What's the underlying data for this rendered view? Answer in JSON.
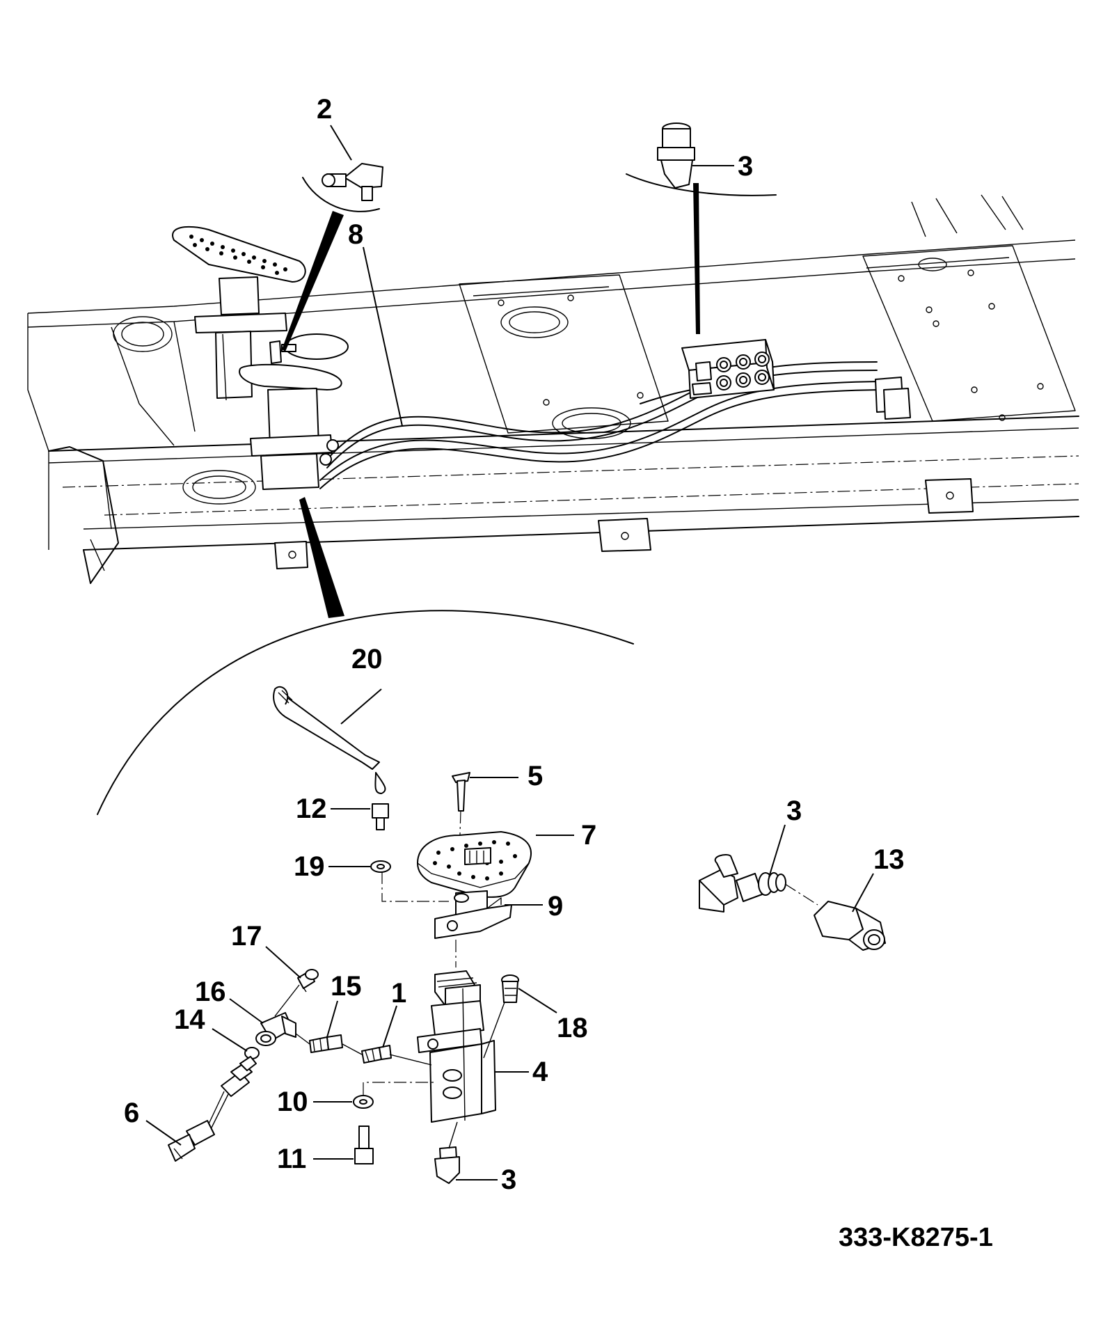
{
  "drawing": {
    "number": "333-K8275-1"
  },
  "callouts": {
    "c1": "1",
    "c2": "2",
    "c3_top": "3",
    "c3_detail": "3",
    "c3_bottom": "3",
    "c4": "4",
    "c5": "5",
    "c6": "6",
    "c7": "7",
    "c8": "8",
    "c9": "9",
    "c10": "10",
    "c11": "11",
    "c12": "12",
    "c13": "13",
    "c14": "14",
    "c15": "15",
    "c16": "16",
    "c17": "17",
    "c18": "18",
    "c19": "19",
    "c20": "20"
  }
}
